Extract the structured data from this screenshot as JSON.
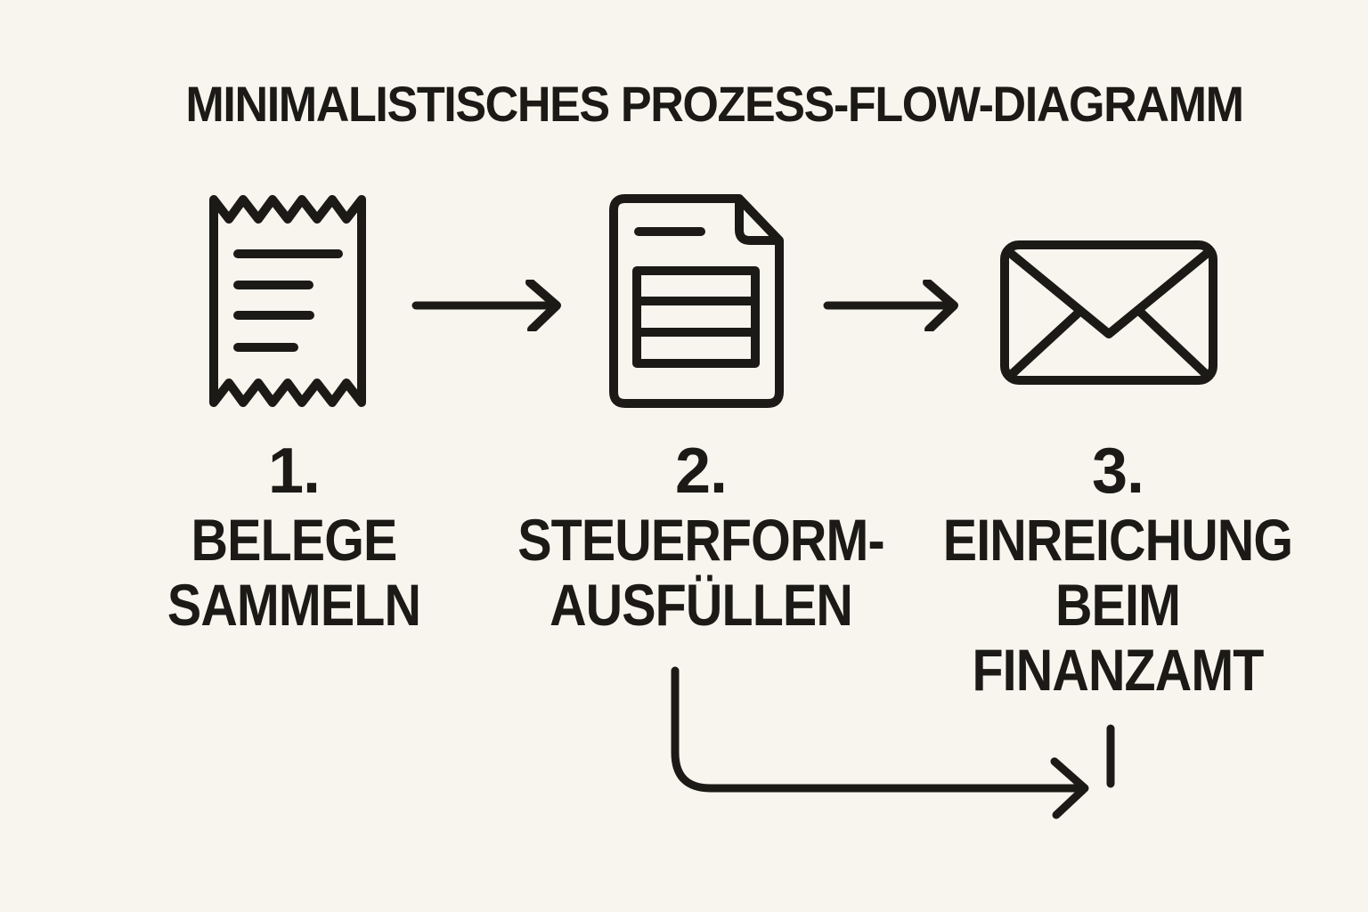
{
  "theme": {
    "background": "#f8f5ee",
    "ink": "#1c1a16"
  },
  "title": "MINIMALISTISCHES PROZESS-FLOW-DIAGRAMM",
  "diagram_type": "process-flow",
  "steps": [
    {
      "number": "1.",
      "icon": "receipt-icon",
      "label_lines": [
        "BELEGE",
        "SAMMELN"
      ]
    },
    {
      "number": "2.",
      "icon": "tax-form-document-icon",
      "label_lines": [
        "STEUERFORM-",
        "AUSFÜLLEN"
      ]
    },
    {
      "number": "3.",
      "icon": "envelope-icon",
      "label_lines": [
        "EINREICHUNG",
        "BEIM",
        "FINANZAMT"
      ]
    }
  ],
  "connectors": [
    {
      "from": "step-1-icon",
      "to": "step-2-icon",
      "type": "straight-right-arrow"
    },
    {
      "from": "step-2-icon",
      "to": "step-3-icon",
      "type": "straight-right-arrow"
    },
    {
      "from": "step-2-label",
      "to": "step-3-below",
      "type": "elbow-right-arrow"
    }
  ]
}
